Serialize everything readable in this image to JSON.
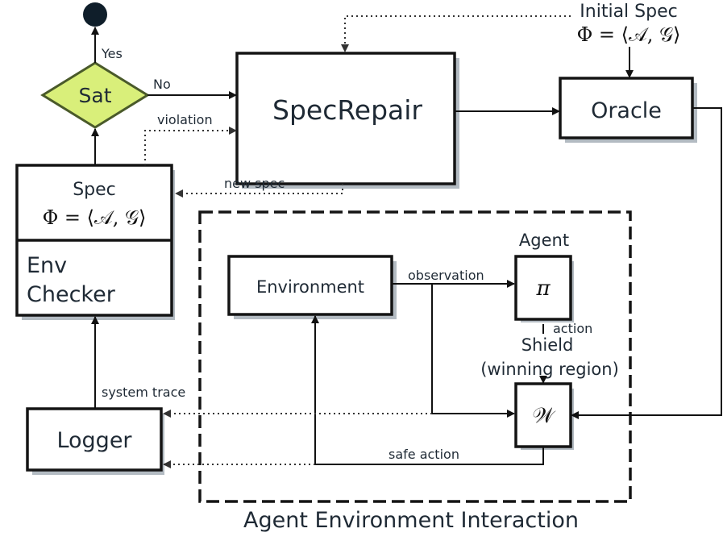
{
  "nodes": {
    "sat": "Sat",
    "specrepair": "SpecRepair",
    "oracle": "Oracle",
    "spec_title": "Spec",
    "spec_formula": "Φ = ⟨𝒜, 𝒢⟩",
    "env_checker_line1": "Env",
    "env_checker_line2": "Checker",
    "environment": "Environment",
    "agent_label": "Agent",
    "agent_symbol": "π",
    "shield_line1": "Shield",
    "shield_line2": "(winning region)",
    "shield_symbol": "𝒲",
    "logger": "Logger",
    "initial_spec_title": "Initial Spec",
    "initial_spec_formula": "Φ = ⟨𝒜, 𝒢⟩",
    "interaction_region": "Agent Environment Interaction"
  },
  "edges": {
    "yes": "Yes",
    "no": "No",
    "violation": "violation",
    "new_spec": "new spec",
    "observation": "observation",
    "action": "action",
    "system_trace": "system trace",
    "safe_action": "safe action"
  },
  "colors": {
    "sat_fill": "#d9ef7a",
    "box_stroke": "#141414",
    "text": "#1f2a35",
    "terminal": "#0f1e2a"
  }
}
